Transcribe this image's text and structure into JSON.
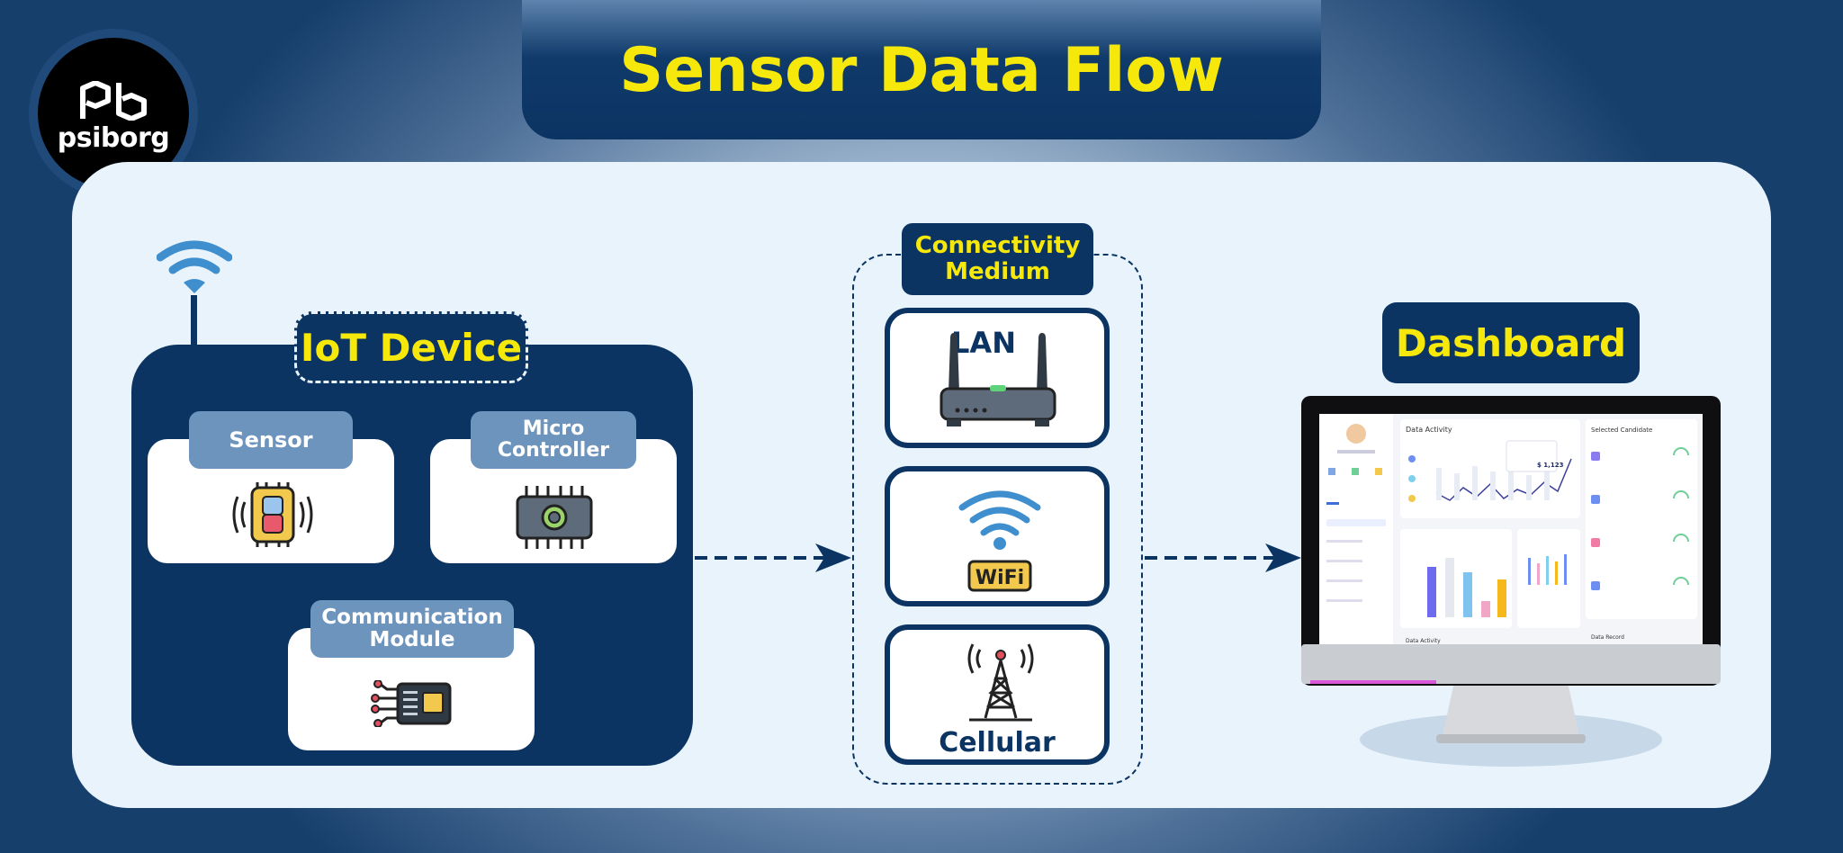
{
  "title": "Sensor Data Flow",
  "logo": {
    "text": "psiborg"
  },
  "iot_device": {
    "label": "IoT Device",
    "components": [
      {
        "label": "Sensor",
        "icon": "sensor-icon"
      },
      {
        "label": "Micro Controller",
        "icon": "microcontroller-chip-icon"
      },
      {
        "label": "Communication Module",
        "icon": "communication-module-icon"
      }
    ]
  },
  "connectivity": {
    "label": "Connectivity Medium",
    "options": [
      {
        "label": "LAN",
        "icon": "router-icon"
      },
      {
        "label": "WiFi",
        "icon": "wifi-icon",
        "badge": "WiFi"
      },
      {
        "label": "Cellular",
        "icon": "cell-tower-icon"
      }
    ]
  },
  "dashboard": {
    "label": "Dashboard",
    "screen": {
      "panel_titles": [
        "Data Activity",
        "Selected Candidate",
        "Data Activity",
        "Data Record"
      ],
      "price": "$ 1,123"
    }
  },
  "colors": {
    "navy": "#0b3463",
    "yellow": "#f6e80b",
    "tag_blue": "#6d94bd",
    "panel_bg": "#e9f3fc",
    "wifi_blue": "#3f8fcf"
  }
}
